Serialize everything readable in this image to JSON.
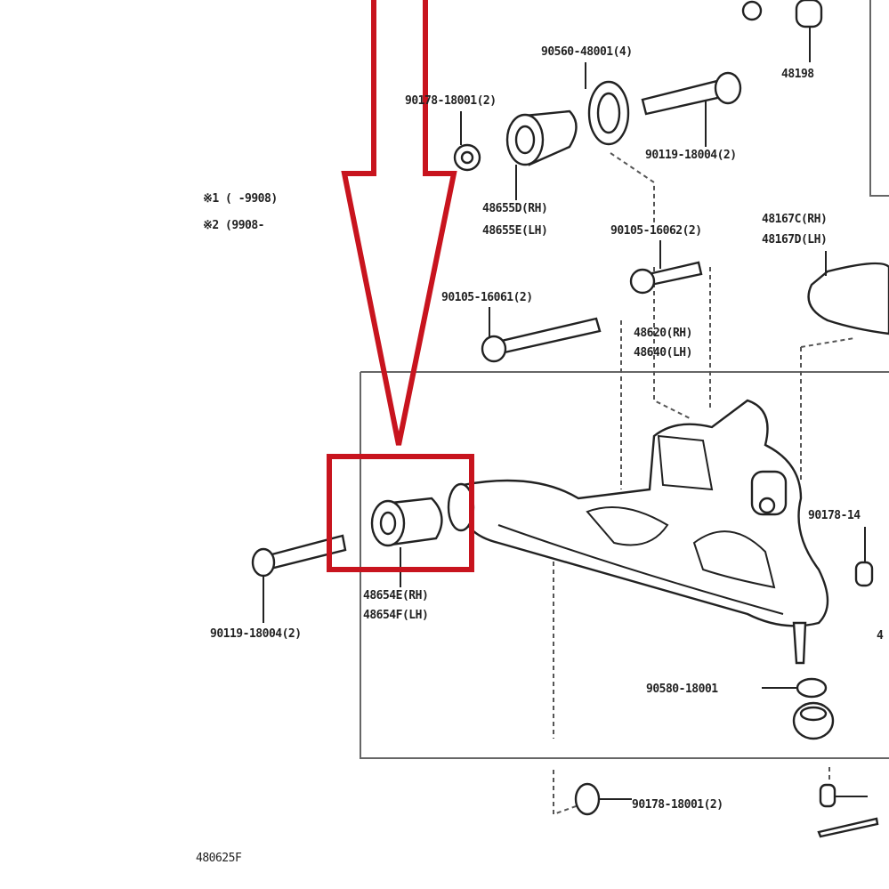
{
  "diagram": {
    "figure_code": "480625F",
    "highlight_color": "#c8141e",
    "notes": {
      "note1": "※1 (    -9908)",
      "note2": "※2 (9908-"
    },
    "labels": {
      "washer_top": "90560-48001(4)",
      "part_48198": "48198",
      "nut_top": "90178-18001(2)",
      "bolt_top": "90119-18004(2)",
      "bushing_upper_rh": "48655D(RH)",
      "bushing_upper_lh": "48655E(LH)",
      "bolt_16062": "90105-16062(2)",
      "bracket_rh": "48167C(RH)",
      "bracket_lh": "48167D(LH)",
      "bolt_16061": "90105-16061(2)",
      "arm_rh": "48620(RH)",
      "arm_lh": "48640(LH)",
      "bushing_lower_rh": "48654E(RH)",
      "bushing_lower_lh": "48654F(LH)",
      "bolt_left": "90119-18004(2)",
      "nut_right": "90178-14",
      "cotter": "90580-18001",
      "nut_bottom": "90178-18001(2)",
      "edge_4": "4"
    }
  }
}
